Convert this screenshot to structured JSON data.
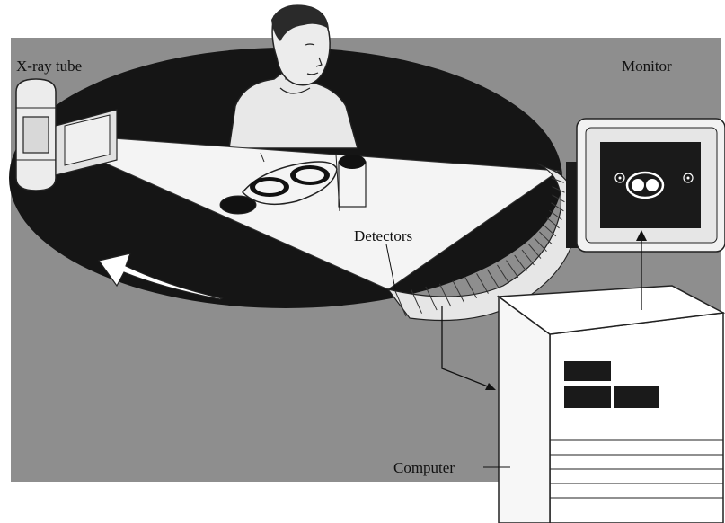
{
  "labels": {
    "xray_tube": "X-ray tube",
    "monitor": "Monitor",
    "detectors": "Detectors",
    "computer": "Computer"
  },
  "colors": {
    "background_panel": "#8e8e8e",
    "gantry_disc": "#151515",
    "fan_beam": "#f4f4f4",
    "arrow": "#ffffff",
    "screen": "#1a1a1a"
  }
}
